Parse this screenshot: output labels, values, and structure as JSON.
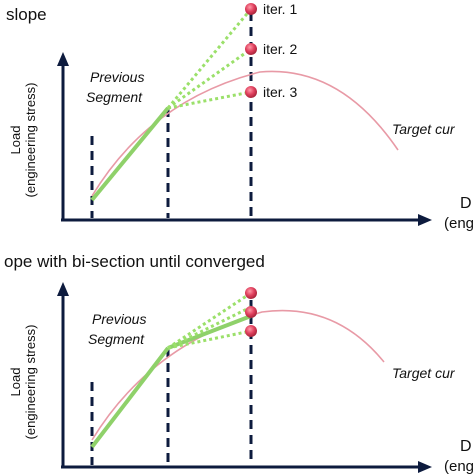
{
  "panel_top": {
    "heading": "slope",
    "y_axis_label_line1": "Load",
    "y_axis_label_line2": "(engineering stress)",
    "x_axis_label_line1": "D",
    "x_axis_label_line2": "(eng",
    "previous_segment_line1": "Previous",
    "previous_segment_line2": "Segment",
    "target_curve_label": "Target cur",
    "iterations": [
      "iter. 1",
      "iter. 2",
      "iter. 3"
    ]
  },
  "panel_bottom": {
    "heading": "ope with bi-section until converged",
    "y_axis_label_line1": "Load",
    "y_axis_label_line2": "(engineering stress)",
    "x_axis_label_line1": "D",
    "x_axis_label_line2": "(eng",
    "previous_segment_line1": "Previous",
    "previous_segment_line2": "Segment",
    "target_curve_label": "Target cur"
  },
  "colors": {
    "axis": "#0d1b3e",
    "dashed_marker": "#0d1b3e",
    "target_curve": "#e89aa6",
    "segment": "#8fd16a",
    "trial": "#9be06a",
    "dot": "#d93a55"
  }
}
